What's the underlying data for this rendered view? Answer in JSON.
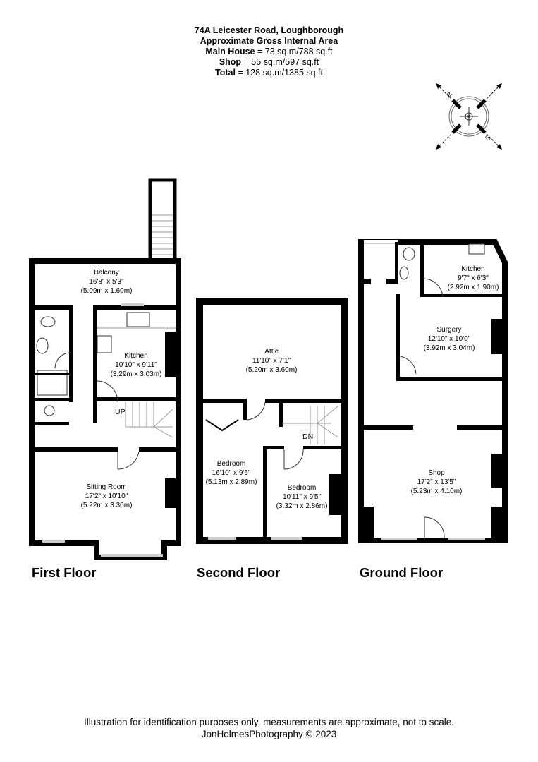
{
  "header": {
    "address": "74A Leicester Road, Loughborough",
    "subtitle": "Approximate Gross Internal Area",
    "main_house_label": "Main House",
    "main_house_value": "= 73 sq.m/788 sq.ft",
    "shop_label": "Shop",
    "shop_value": "= 55 sq.m/597 sq.ft",
    "total_label": "Total",
    "total_value": "= 128 sq.m/1385 sq.ft"
  },
  "compass": {
    "north": "N",
    "south": "S"
  },
  "floors": [
    {
      "label": "First Floor",
      "stairs": "UP",
      "rooms": [
        {
          "name": "Balcony",
          "imperial": "16'8\" x 5'3\"",
          "metric": "(5.09m x 1.60m)"
        },
        {
          "name": "Kitchen",
          "imperial": "10'10\" x 9'11\"",
          "metric": "(3.29m x 3.03m)"
        },
        {
          "name": "Sitting Room",
          "imperial": "17'2\" x 10'10\"",
          "metric": "(5.22m x 3.30m)"
        }
      ]
    },
    {
      "label": "Second Floor",
      "stairs": "DN",
      "rooms": [
        {
          "name": "Attic",
          "imperial": "11'10\" x 7'1\"",
          "metric": "(5.20m x 3.60m)"
        },
        {
          "name": "Bedroom",
          "imperial": "16'10\" x 9'6\"",
          "metric": "(5.13m x 2.89m)"
        },
        {
          "name": "Bedroom",
          "imperial": "10'11\" x 9'5\"",
          "metric": "(3.32m x 2.86m)"
        }
      ]
    },
    {
      "label": "Ground Floor",
      "rooms": [
        {
          "name": "Kitchen",
          "imperial": "9'7\" x 6'3\"",
          "metric": "(2.92m x 1.90m)"
        },
        {
          "name": "Surgery",
          "imperial": "12'10\" x 10'0\"",
          "metric": "(3.92m x 3.04m)"
        },
        {
          "name": "Shop",
          "imperial": "17'2\" x 13'5\"",
          "metric": "(5.23m x 4.10m)"
        }
      ]
    }
  ],
  "footer": {
    "disclaimer": "Illustration for identification purposes only, measurements are approximate, not to scale.",
    "copyright": "JonHolmesPhotography © 2023"
  }
}
